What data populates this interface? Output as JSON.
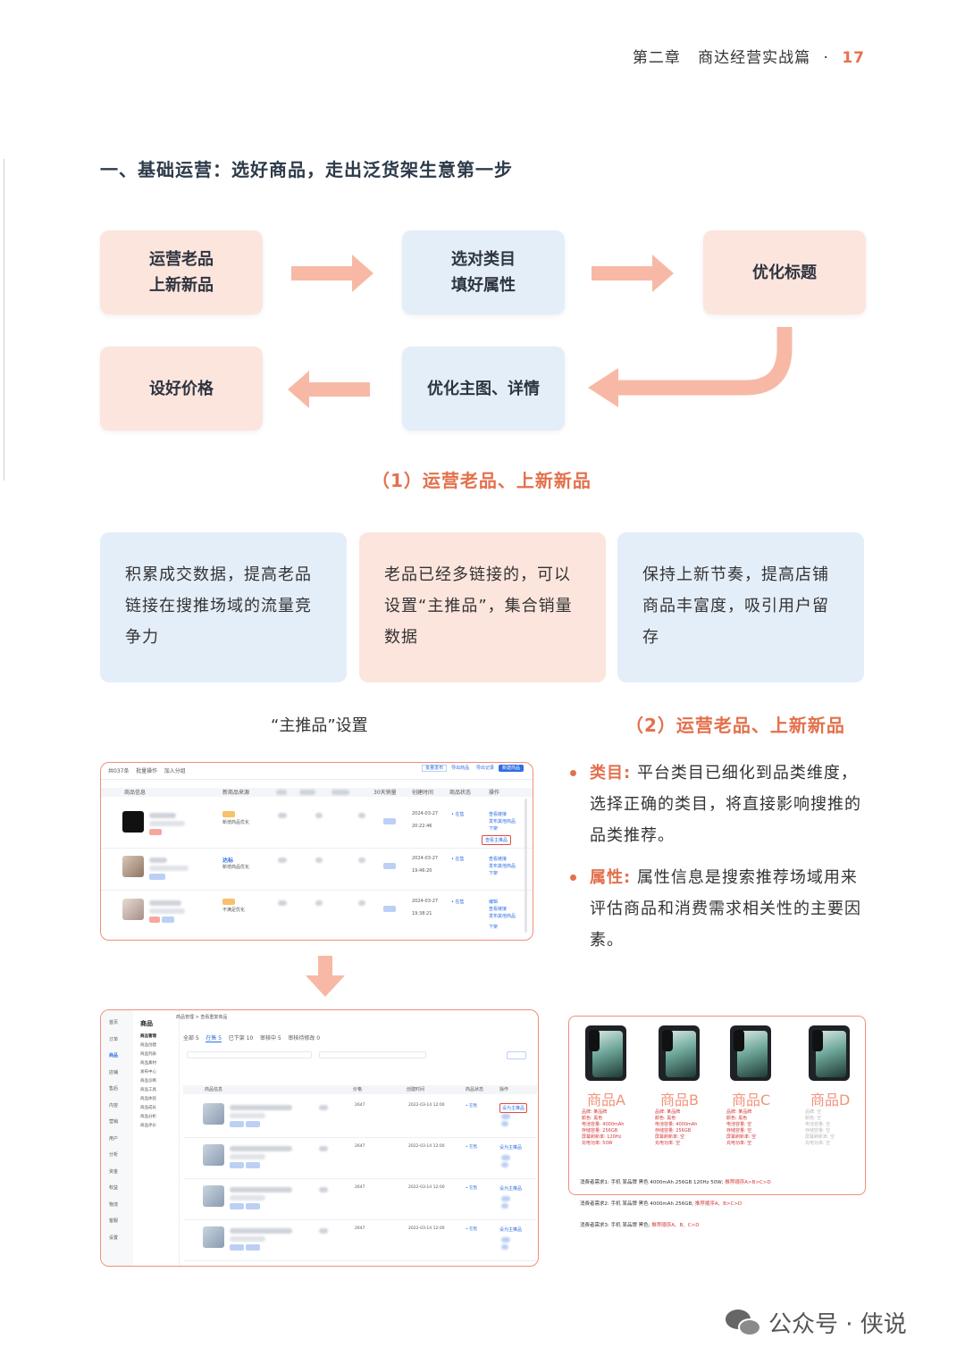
{
  "header": {
    "chapter": "第二章",
    "book": "商达经营实战篇",
    "sep": "·",
    "page": "17"
  },
  "section_title": "一、基础运营：选好商品，走出泛货架生意第一步",
  "flow": [
    {
      "line1": "运营老品",
      "line2": "上新新品"
    },
    {
      "line1": "选对类目",
      "line2": "填好属性"
    },
    {
      "line1": "优化标题",
      "line2": ""
    },
    {
      "line1": "设好价格",
      "line2": ""
    },
    {
      "line1": "优化主图、详情",
      "line2": ""
    }
  ],
  "subhead1": "（1）运营老品、上新新品",
  "cards": [
    "积累成交数据，提高老品链接在搜推场域的流量竞争力",
    "老品已经多链接的，可以设置“主推品”，集合销量数据",
    "保持上新节奏，提高店铺商品丰富度，吸引用户留存"
  ],
  "caption": "“主推品”设置",
  "subhead2": "（2）运营老品、上新新品",
  "bullets": [
    {
      "term": "类目:",
      "text": "平台类目已细化到品类维度，选择正确的类目，将直接影响搜推的品类推荐。"
    },
    {
      "term": "属性:",
      "text": "属性信息是搜索推荐场域用来评估商品和消费需求相关性的主要因素。"
    }
  ],
  "shot1": {
    "toolbar": [
      "共037条",
      "批量操作",
      "加入分组"
    ],
    "buttons": [
      "批量发布",
      "导出商品",
      "导出记录",
      "新建商品"
    ],
    "columns": [
      "商品信息",
      "新商品来源",
      "",
      "",
      "",
      "30天销量",
      "创建时间",
      "商品状态",
      "操作"
    ],
    "rows": [
      {
        "status_tag": "达标",
        "status_note": "新增商品优化",
        "date": "2024-03-27",
        "time": "20:22:46",
        "state": "• 在售",
        "actions": [
          "查看链接",
          "发布其他商品",
          "下架",
          "查看主推品"
        ]
      },
      {
        "status_tag": "达标",
        "status_note": "新增商品优化",
        "date": "2024-03-27",
        "time": "19:46:20",
        "state": "• 在售",
        "actions": [
          "查看链接",
          "发布其他商品",
          "下架"
        ]
      },
      {
        "status_tag": "达标",
        "status_note": "不满足优化",
        "date": "2024-03-27",
        "time": "19:38:21",
        "state": "• 在售",
        "actions": [
          "编辑",
          "查看链接",
          "发布其他商品",
          "下架"
        ]
      }
    ]
  },
  "shot2": {
    "sidebar": [
      "首页",
      "订单",
      "商品",
      "店铺",
      "售后",
      "内容",
      "营销",
      "用户",
      "分析",
      "资金",
      "权益",
      "物流",
      "客服",
      "设置"
    ],
    "subnav_title": "商品",
    "subnav": [
      "商品管理",
      "商品创建",
      "商品列表",
      "商品素材",
      "发布中心",
      "商品诊断",
      "商品工具",
      "商品体验",
      "商品成长",
      "商品分析",
      "商品评价"
    ],
    "breadcrumb": "商品管理 > 查看重复商品",
    "tabs": [
      "全部 5",
      "在售 5",
      "已下架 10",
      "审核中 5",
      "审核待修改 0"
    ],
    "columns": [
      "商品信息",
      "",
      "价格",
      "",
      "创建时间",
      "商品状态",
      "操作"
    ],
    "row_date": "2022-03-14 12:00",
    "row_state": "• 在售",
    "row_stock": "2647",
    "highlight": "设为主推品"
  },
  "phones": {
    "names": [
      "商品A",
      "商品B",
      "商品C",
      "商品D"
    ],
    "specs": [
      "品牌: 某品牌\n颜色: 黑色\n电池容量: 4000mAh\n存储容量: 256GB\n屏幕刷新率: 120Hz\n充电功率: 50W",
      "品牌: 某品牌\n颜色: 黑色\n电池容量: 4000mAh\n存储容量: 256GB\n屏幕刷新率: 空\n充电功率: 空",
      "品牌: 某品牌\n颜色: 黑色\n电池容量: 空\n存储容量: 空\n屏幕刷新率: 空\n充电功率: 空",
      "品牌: 空\n颜色: 空\n电池容量: 空\n存储容量: 空\n屏幕刷新率: 空\n充电功率: 空"
    ],
    "demands": [
      {
        "label": "消费者需求1: 手机 某品牌 黑色 4000mAh 256GB 120Hz 50W;",
        "rank": "推荐顺序A>B>C>D"
      },
      {
        "label": "消费者需求2: 手机 某品牌 黑色 4000mAh 256GB;",
        "rank": "推荐顺序A、B>C>D"
      },
      {
        "label": "消费者需求3: 手机 某品牌 黑色;",
        "rank": "推荐顺序A、B、C>D"
      }
    ]
  },
  "watermark": "公众号 · 侠说",
  "colors": {
    "accent": "#e3704c",
    "pink_box": "#fce5dd",
    "blue_box": "#e4eef9",
    "arrow": "#f7b9a6"
  }
}
